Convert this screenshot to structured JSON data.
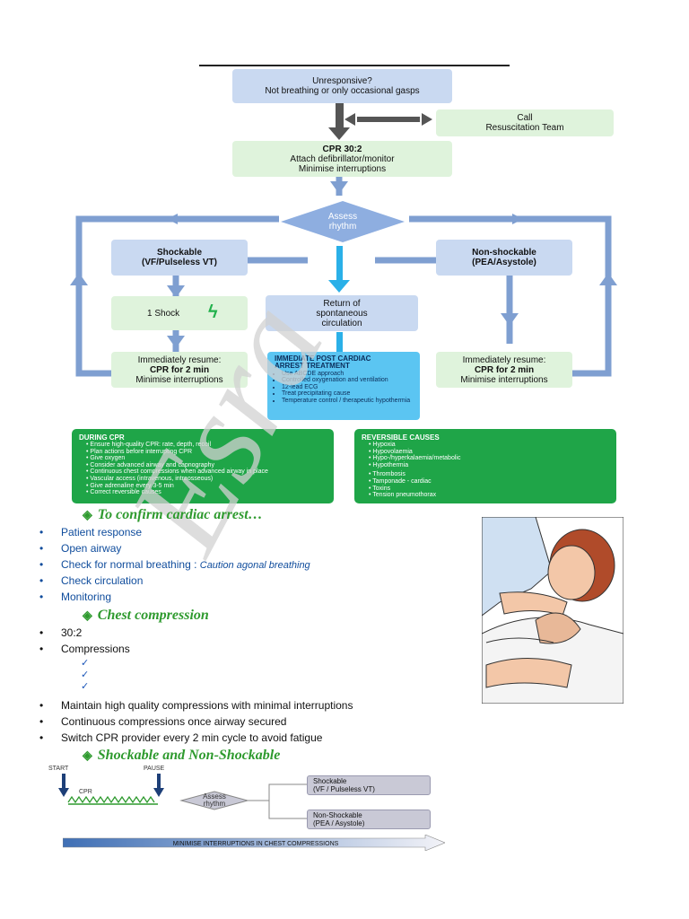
{
  "flowchart": {
    "unresponsive": [
      "Unresponsive?",
      "Not breathing or only occasional gasps"
    ],
    "call_team": [
      "Call",
      "Resuscitation Team"
    ],
    "cpr": [
      "CPR 30:2",
      "Attach defibrillator/monitor",
      "Minimise interruptions"
    ],
    "assess": [
      "Assess",
      "rhythm"
    ],
    "shockable": [
      "Shockable",
      "(VF/Pulseless VT)"
    ],
    "non_shockable": [
      "Non-shockable",
      "(PEA/Asystole)"
    ],
    "one_shock": "1 Shock",
    "rosc": [
      "Return of",
      "spontaneous",
      "circulation"
    ],
    "resume_left": [
      "Immediately resume:",
      "CPR for 2 min",
      "Minimise interruptions"
    ],
    "resume_right": [
      "Immediately resume:",
      "CPR for 2 min",
      "Minimise interruptions"
    ],
    "post_arrest": {
      "title": [
        "IMMEDIATE POST CARDIAC",
        "ARREST TREATMENT"
      ],
      "items": [
        "Use ABCDE approach",
        "Controlled oxygenation and ventilation",
        "12-lead ECG",
        "Treat precipitating cause",
        "Temperature control / therapeutic hypothermia"
      ]
    },
    "colors": {
      "blue_box": "#c9d9f1",
      "green_box": "#dff3dc",
      "arrow": "#7f9fd1",
      "cyan": "#5bc5f2",
      "dark_arrow": "#555555"
    }
  },
  "during_cpr": {
    "title": "DURING CPR",
    "items": [
      "Ensure high-quality CPR: rate, depth, recoil",
      "Plan actions before interrupting CPR",
      "Give oxygen",
      "Consider advanced airway and capnography",
      "Continuous chest compressions when advanced airway in place",
      "Vascular access (intravenous, intraosseous)",
      "Give adrenaline every 3-5 min",
      "Correct reversible causes"
    ]
  },
  "reversible_causes": {
    "title": "REVERSIBLE CAUSES",
    "group1": [
      "Hypoxia",
      "Hypovolaemia",
      "Hypo-/hyperkalaemia/metabolic",
      "Hypothermia"
    ],
    "group2": [
      "Thrombosis",
      "Tamponade - cardiac",
      "Toxins",
      "Tension pneumothorax"
    ]
  },
  "section1": {
    "heading": "To confirm cardiac arrest…",
    "items": [
      "Patient response",
      "Open airway",
      "Check for normal breathing : ",
      "Check circulation",
      "Monitoring"
    ],
    "note": "Caution agonal breathing"
  },
  "section2": {
    "heading": "Chest compression",
    "items_top": [
      "30:2",
      "Compressions"
    ],
    "checks": [
      "✓",
      "✓",
      "✓"
    ],
    "items_bottom": [
      "Maintain high quality compressions with minimal interruptions",
      "Continuous compressions once airway secured",
      "Switch CPR provider every 2 min cycle to avoid fatigue"
    ]
  },
  "section3": {
    "heading": "Shockable and Non-Shockable",
    "start": "START",
    "pause": "PAUSE",
    "cpr": "CPR",
    "assess": [
      "Assess",
      "rhythm"
    ],
    "shockable": [
      "Shockable",
      "(VF / Pulseless VT)"
    ],
    "non_shockable": [
      "Non-Shockable",
      "(PEA / Asystole)"
    ],
    "banner": "MINIMISE INTERRUPTIONS IN CHEST COMPRESSIONS"
  }
}
